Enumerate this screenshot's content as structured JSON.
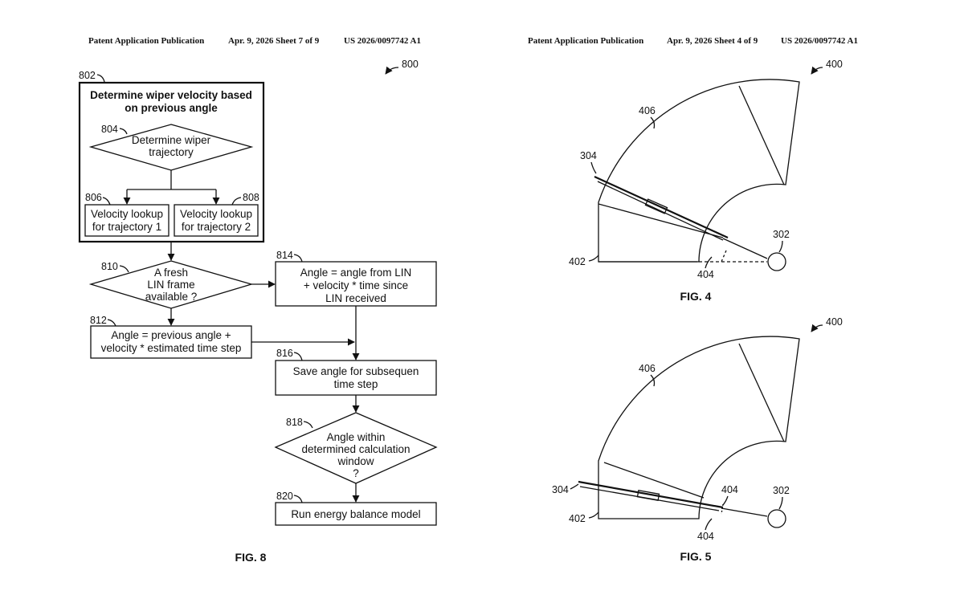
{
  "left_sheet": {
    "header": {
      "publication": "Patent Application Publication",
      "date_sheet": "Apr. 9, 2026  Sheet 7 of 9",
      "number": "US 2026/0097742 A1"
    },
    "figure_label": "FIG. 8",
    "refs": {
      "r800": "800",
      "r802": "802",
      "r804": "804",
      "r806": "806",
      "r808": "808",
      "r810": "810",
      "r812": "812",
      "r814": "814",
      "r816": "816",
      "r818": "818",
      "r820": "820"
    },
    "flowchart": {
      "outer_box": [
        "Determine wiper velocity based",
        "on previous angle"
      ],
      "d804": [
        "Determine wiper",
        "trajectory"
      ],
      "b806": [
        "Velocity lookup",
        "for trajectory 1"
      ],
      "b808": [
        "Velocity lookup",
        "for trajectory 2"
      ],
      "d810": [
        "A fresh",
        "LIN frame",
        "available ?"
      ],
      "b814": [
        "Angle = angle from LIN",
        "+ velocity * time since",
        "LIN received"
      ],
      "b812": [
        "Angle = previous angle +",
        "velocity * estimated time step"
      ],
      "b816": [
        "Save angle for subsequen",
        "time step"
      ],
      "d818": [
        "Angle within",
        "determined calculation",
        "window",
        "?"
      ],
      "b820": [
        "Run energy balance model"
      ]
    }
  },
  "right_sheet": {
    "header": {
      "publication": "Patent Application Publication",
      "date_sheet": "Apr. 9, 2026  Sheet 4 of 9",
      "number": "US 2026/0097742 A1"
    },
    "fig4": {
      "label": "FIG. 4",
      "refs": {
        "r400": "400",
        "r406": "406",
        "r304": "304",
        "r302": "302",
        "r402": "402",
        "r404": "404"
      }
    },
    "fig5": {
      "label": "FIG. 5",
      "refs": {
        "r400": "400",
        "r406": "406",
        "r304": "304",
        "r302": "302",
        "r402": "402",
        "r404a": "404",
        "r404b": "404"
      }
    }
  }
}
